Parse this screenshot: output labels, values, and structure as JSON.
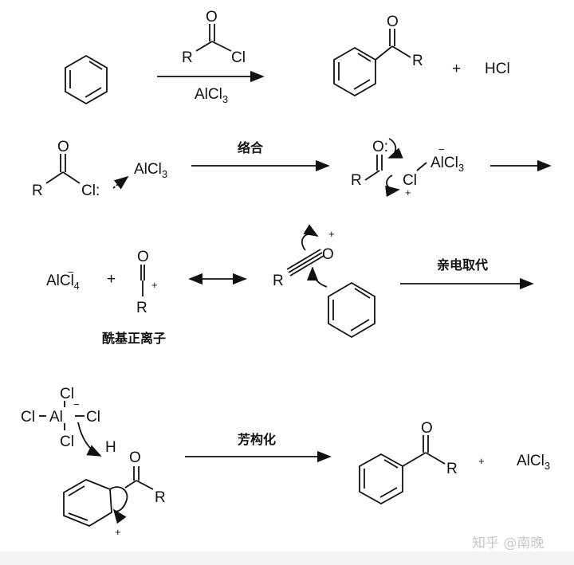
{
  "title": "Friedel-Crafts acylation mechanism",
  "step1": {
    "reagent_r": "R",
    "reagent_o": "O",
    "reagent_cl": "Cl",
    "catalyst": "AlCl",
    "catalyst_sub": "3",
    "product_r": "R",
    "product_o": "O",
    "plus": "+",
    "byproduct": "HCl"
  },
  "step2": {
    "r": "R",
    "o": "O",
    "cl": "Cl:",
    "lewis_acid": "AlCl",
    "lewis_acid_sub": "3",
    "arrow_label": "络合",
    "int_o": "O:",
    "int_r": "R",
    "int_cl": "Cl",
    "int_plus": "+",
    "int_minus": "−",
    "int_alcl": "AlCl",
    "int_alcl_sub": "3"
  },
  "step3": {
    "alcl4": "AlCl",
    "alcl4_minus": "−",
    "alcl4_sub": "4",
    "plus": "+",
    "acylium_o": "O",
    "acylium_r": "R",
    "acylium_plus": "+",
    "acylium_name": "酰基正离子",
    "res_r": "R",
    "res_o": "O",
    "res_plus": "+",
    "arrow_label": "亲电取代"
  },
  "step4": {
    "cl_top": "Cl",
    "cl_left": "Cl",
    "cl_right": "Cl",
    "cl_bottom": "Cl",
    "al": "Al",
    "minus": "−",
    "h": "H",
    "o": "O",
    "r": "R",
    "ring_plus": "+",
    "arrow_label": "芳构化",
    "product_o": "O",
    "product_r": "R",
    "plus": "+",
    "catalyst": "AlCl",
    "catalyst_sub": "3"
  },
  "watermark": "知乎 @南晚"
}
